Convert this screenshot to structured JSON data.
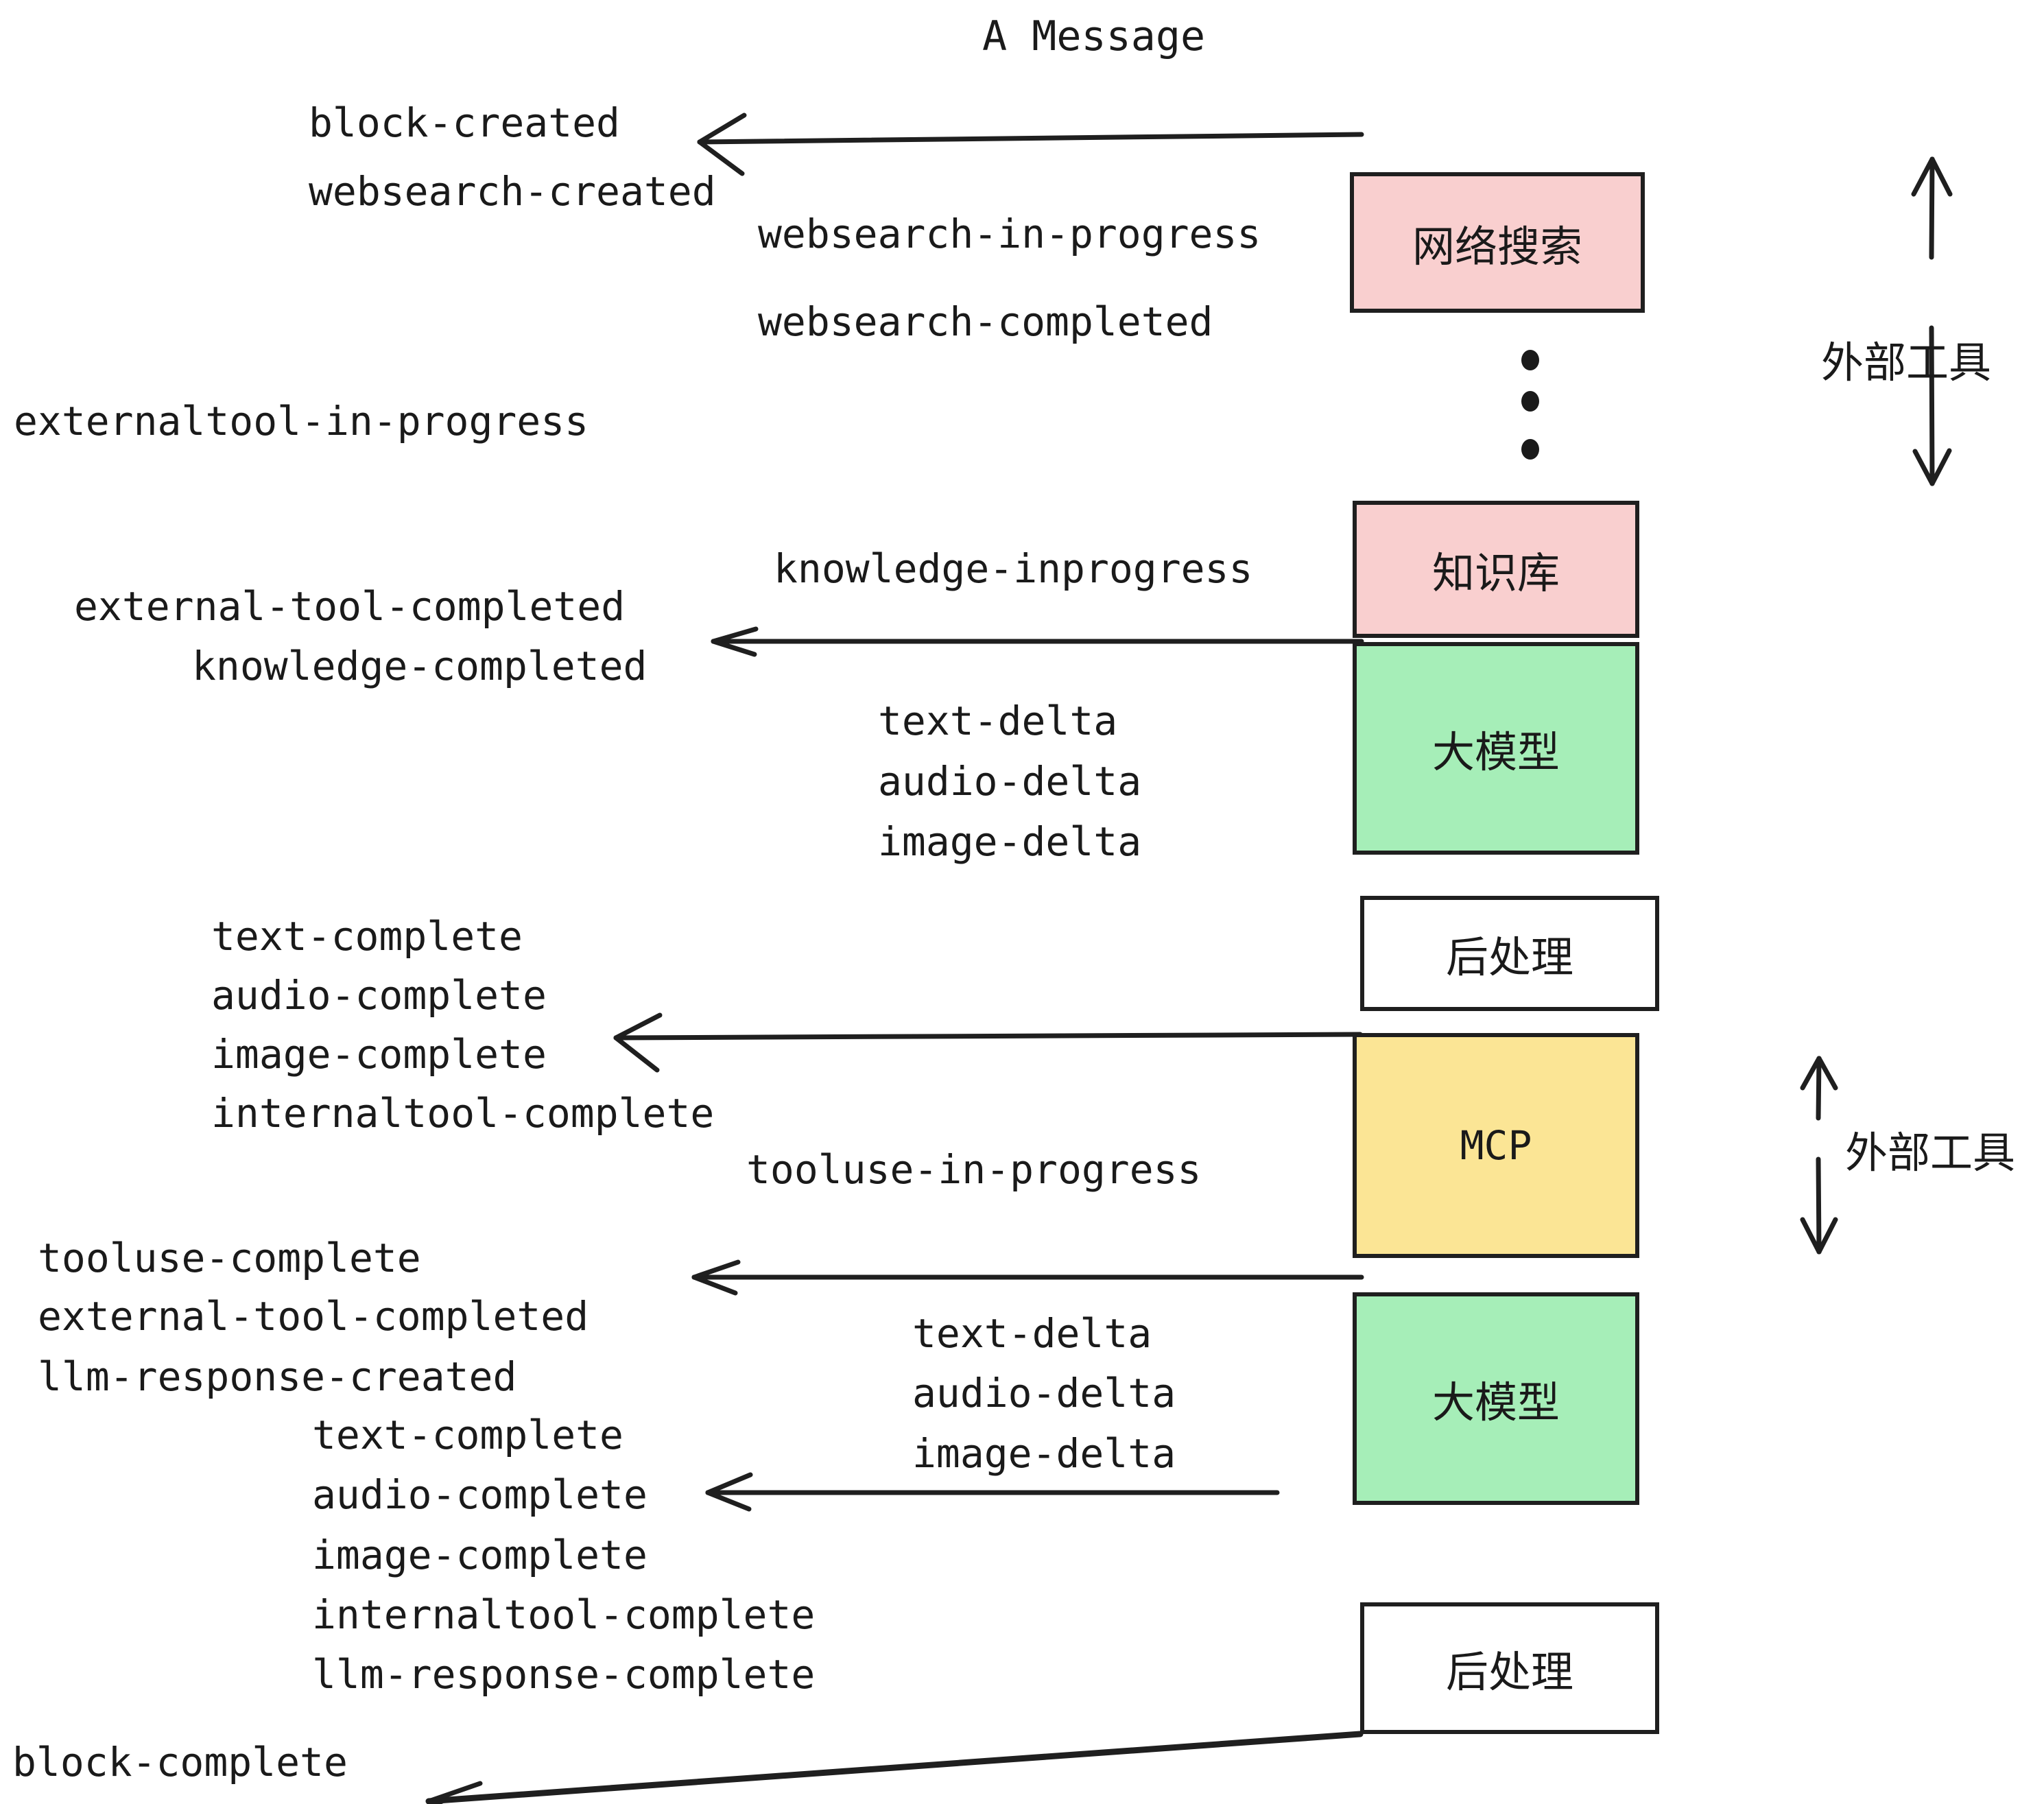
{
  "title": "A Message",
  "boxes": [
    {
      "id": "websearch",
      "label": "网络搜索",
      "color": "#f9cfcf"
    },
    {
      "id": "knowledge",
      "label": "知识库",
      "color": "#f9cfcf"
    },
    {
      "id": "llm-1",
      "label": "大模型",
      "color": "#a6eeb8"
    },
    {
      "id": "postproc-1",
      "label": "后处理",
      "color": "#ffffff"
    },
    {
      "id": "mcp",
      "label": "MCP",
      "color": "#fbe595"
    },
    {
      "id": "llm-2",
      "label": "大模型",
      "color": "#a6eeb8"
    },
    {
      "id": "postproc-2",
      "label": "后处理",
      "color": "#ffffff"
    }
  ],
  "side_labels": [
    {
      "id": "external-tool-top",
      "label": "外部工具"
    },
    {
      "id": "external-tool-bottom",
      "label": "外部工具"
    }
  ],
  "events": [
    {
      "id": "block-created",
      "label": "block-created"
    },
    {
      "id": "websearch-created",
      "label": "websearch-created"
    },
    {
      "id": "websearch-in-progress",
      "label": "websearch-in-progress"
    },
    {
      "id": "websearch-completed",
      "label": "websearch-completed"
    },
    {
      "id": "externaltool-in-progress",
      "label": "externaltool-in-progress"
    },
    {
      "id": "knowledge-inprogress",
      "label": "knowledge-inprogress"
    },
    {
      "id": "external-tool-completed-1",
      "label": "external-tool-completed"
    },
    {
      "id": "knowledge-completed",
      "label": "knowledge-completed"
    },
    {
      "id": "text-delta-1",
      "label": "text-delta"
    },
    {
      "id": "audio-delta-1",
      "label": "audio-delta"
    },
    {
      "id": "image-delta-1",
      "label": "image-delta"
    },
    {
      "id": "text-complete-1",
      "label": "text-complete"
    },
    {
      "id": "audio-complete-1",
      "label": "audio-complete"
    },
    {
      "id": "image-complete-1",
      "label": "image-complete"
    },
    {
      "id": "internaltool-complete-1",
      "label": "internaltool-complete"
    },
    {
      "id": "tooluse-in-progress",
      "label": "tooluse-in-progress"
    },
    {
      "id": "tooluse-complete",
      "label": "tooluse-complete"
    },
    {
      "id": "external-tool-completed-2",
      "label": "external-tool-completed"
    },
    {
      "id": "llm-response-created",
      "label": "llm-response-created"
    },
    {
      "id": "text-delta-2",
      "label": "text-delta"
    },
    {
      "id": "audio-delta-2",
      "label": "audio-delta"
    },
    {
      "id": "image-delta-2",
      "label": "image-delta"
    },
    {
      "id": "text-complete-2",
      "label": "text-complete"
    },
    {
      "id": "audio-complete-2",
      "label": "audio-complete"
    },
    {
      "id": "image-complete-2",
      "label": "image-complete"
    },
    {
      "id": "internaltool-complete-2",
      "label": "internaltool-complete"
    },
    {
      "id": "llm-response-complete",
      "label": "llm-response-complete"
    },
    {
      "id": "block-complete",
      "label": "block-complete"
    }
  ],
  "colors": {
    "stroke": "#1f1f1f",
    "text": "#1a1a1a",
    "pink": "#f9cfcf",
    "green": "#a6eeb8",
    "yellow": "#fbe595",
    "white": "#ffffff",
    "background": "#ffffff"
  }
}
